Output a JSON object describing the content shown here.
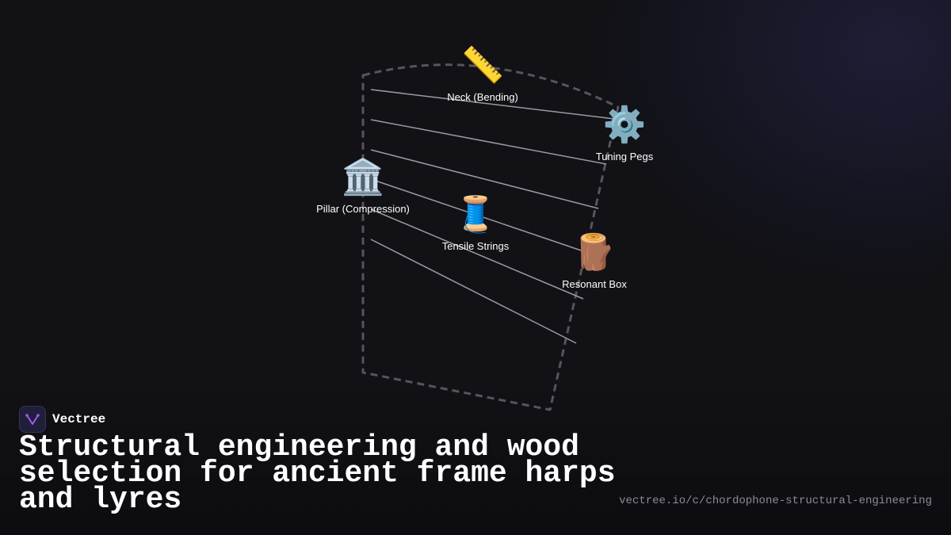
{
  "brand": {
    "name": "Vectree",
    "logo_icon": "vectree-logo-icon",
    "accent_color": "#a855f7"
  },
  "page_title": "Structural engineering and wood selection for ancient frame harps and lyres",
  "url": "vectree.io/c/chordophone-structural-engineering",
  "diagram": {
    "nodes": [
      {
        "id": "neck",
        "emoji": "📏",
        "icon": "ruler-icon",
        "label": "Neck (Bending)"
      },
      {
        "id": "pegs",
        "emoji": "⚙️",
        "icon": "gear-icon",
        "label": "Tuning Pegs"
      },
      {
        "id": "pillar",
        "emoji": "🏛️",
        "icon": "classical-building-icon",
        "label": "Pillar (Compression)"
      },
      {
        "id": "strings",
        "emoji": "🧵",
        "icon": "thread-spool-icon",
        "label": "Tensile Strings"
      },
      {
        "id": "box",
        "emoji": "🪵",
        "icon": "wood-log-icon",
        "label": "Resonant Box"
      }
    ],
    "colors": {
      "frame_outline": "#55555c",
      "strings": "#9a9aa2",
      "background": "#111116"
    }
  }
}
